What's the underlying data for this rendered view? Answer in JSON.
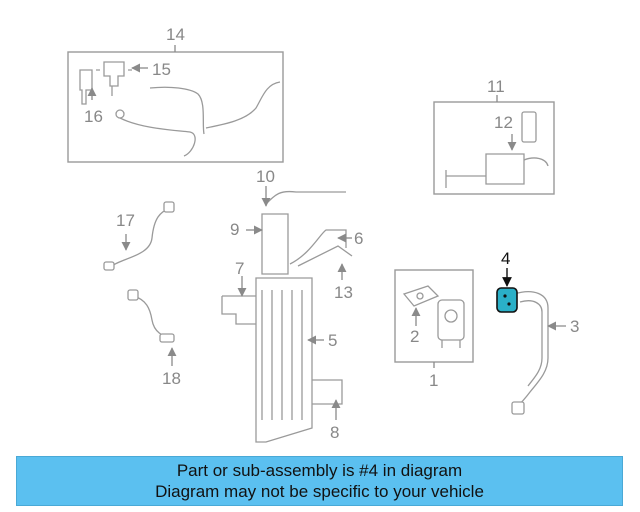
{
  "callouts": {
    "c1": "1",
    "c2": "2",
    "c3": "3",
    "c4": "4",
    "c5": "5",
    "c6": "6",
    "c7": "7",
    "c8": "8",
    "c9": "9",
    "c10": "10",
    "c11": "11",
    "c12": "12",
    "c13": "13",
    "c14": "14",
    "c15": "15",
    "c16": "16",
    "c17": "17",
    "c18": "18"
  },
  "highlight": {
    "part": "4",
    "color": "#2ab0c8"
  },
  "caption": {
    "line1": "Part or sub-assembly is #4 in diagram",
    "line2": "Diagram may not be specific to your vehicle",
    "background": "#5bc0f0"
  }
}
